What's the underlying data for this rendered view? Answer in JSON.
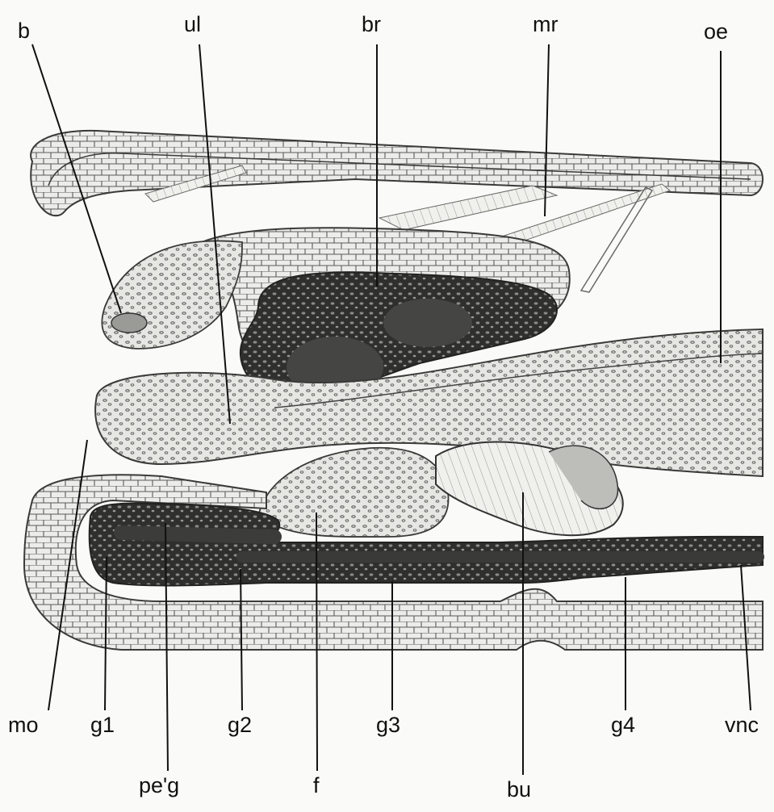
{
  "figure": {
    "labels": {
      "b": "b",
      "ul": "ul",
      "br": "br",
      "mr": "mr",
      "oe": "oe",
      "mo": "mo",
      "g1": "g1",
      "peg": "pe'g",
      "g2": "g2",
      "f": "f",
      "g3": "g3",
      "bu": "bu",
      "g4": "g4",
      "vnc": "vnc"
    },
    "colors": {
      "background": "#fafaf8",
      "tissue_fill": "#ededea",
      "tissue_stroke": "#3a3a38",
      "dense_tissue": "#2e2e2c",
      "brain_core": "#4a4a48",
      "muscle": "#cfcfcb",
      "leader_line": "#111111"
    }
  }
}
